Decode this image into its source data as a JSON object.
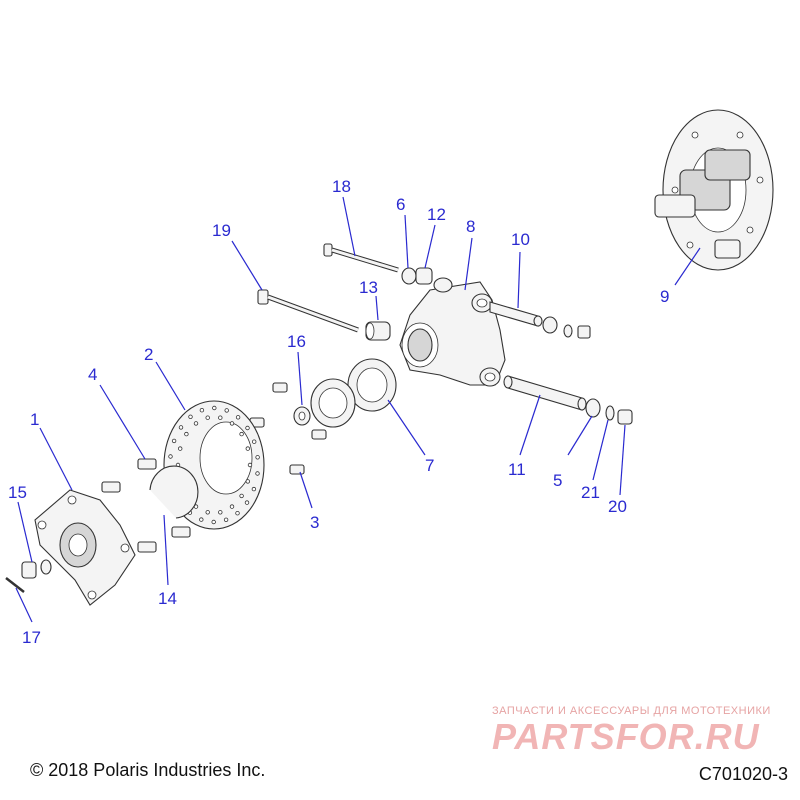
{
  "callouts": [
    {
      "id": "c1",
      "label": "1"
    },
    {
      "id": "c2",
      "label": "2"
    },
    {
      "id": "c3",
      "label": "3"
    },
    {
      "id": "c4",
      "label": "4"
    },
    {
      "id": "c5",
      "label": "5"
    },
    {
      "id": "c6",
      "label": "6"
    },
    {
      "id": "c7",
      "label": "7"
    },
    {
      "id": "c8",
      "label": "8"
    },
    {
      "id": "c9",
      "label": "9"
    },
    {
      "id": "c10",
      "label": "10"
    },
    {
      "id": "c11",
      "label": "11"
    },
    {
      "id": "c12",
      "label": "12"
    },
    {
      "id": "c13",
      "label": "13"
    },
    {
      "id": "c14",
      "label": "14"
    },
    {
      "id": "c15",
      "label": "15"
    },
    {
      "id": "c16",
      "label": "16"
    },
    {
      "id": "c17",
      "label": "17"
    },
    {
      "id": "c18",
      "label": "18"
    },
    {
      "id": "c19",
      "label": "19"
    },
    {
      "id": "c20",
      "label": "20"
    },
    {
      "id": "c21",
      "label": "21"
    }
  ],
  "footer": {
    "copyright": "© 2018 Polaris Industries Inc.",
    "drawing_id": "C701020-3"
  },
  "watermark": {
    "tagline": "ЗАПЧАСТИ И АКСЕССУАРЫ ДЛЯ МОТОТЕХНИКИ",
    "logo": "PARTSFOR.RU"
  },
  "colors": {
    "callout": "#2a2ad0",
    "outline": "#333333",
    "watermark": "#f1b5b5"
  }
}
